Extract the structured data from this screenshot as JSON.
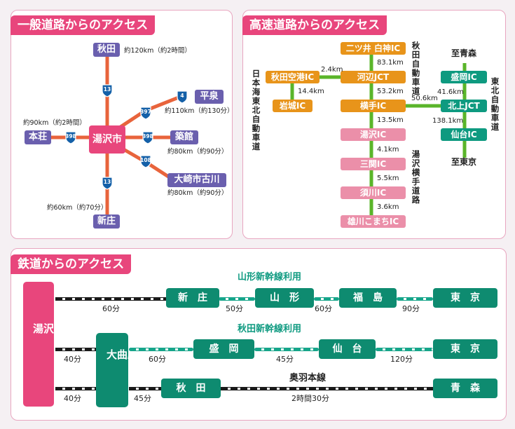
{
  "panels": {
    "general": {
      "title": "一般道路からのアクセス",
      "center": "湯沢市",
      "cities": {
        "akita": "秋田",
        "honjo": "本荘",
        "hiraizumi": "平泉",
        "tsukidate": "築館",
        "osaki": "大崎市古川",
        "shinjo": "新庄"
      },
      "routes": {
        "north": "13",
        "south": "13",
        "west": "398",
        "east": "398",
        "ne": "397",
        "ne_end": "4",
        "se": "108"
      },
      "distances": {
        "akita": "約120km（約2時間）",
        "honjo": "約90km（約2時間）",
        "hiraizumi": "約110km（約130分）",
        "tsukidate": "約80km（約90分）",
        "osaki": "約80km（約90分）",
        "shinjo": "約60km（約70分）"
      },
      "colors": {
        "road": "#e8643c",
        "city": "#6a5fae",
        "center": "#e8467c",
        "shield": "#1460a8"
      }
    },
    "expressway": {
      "title": "高速道路からのアクセス",
      "west_col": [
        "秋田空港IC",
        "岩城IC"
      ],
      "center_col": [
        "二ツ井 白神IC",
        "河辺JCT",
        "横手IC",
        "湯沢IC",
        "三関IC",
        "須川IC",
        "雄川こまちIC"
      ],
      "east_col": [
        "盛岡IC",
        "北上JCT",
        "仙台IC"
      ],
      "east_top": "至青森",
      "east_bottom": "至東京",
      "distances": {
        "airport_kawabe": "2.4km",
        "airport_iwaki": "14.4km",
        "futatsui_kawabe": "83.1km",
        "kawabe_yokote": "53.2km",
        "yokote_kitakami": "50.6km",
        "yokote_yuzawa": "13.5km",
        "yuzawa_sanseki": "4.1km",
        "sanseki_sukawa": "5.5km",
        "sukawa_ogachi": "3.6km",
        "morioka_kitakami": "41.6km",
        "kitakami_sendai": "138.1km"
      },
      "road_names": {
        "nihonkai": "日本海東北自動車道",
        "akita": "秋田自動車道",
        "yuzawa_yokote": "湯沢横手道路",
        "tohoku": "東北自動車道"
      },
      "colors": {
        "road": "#5ab52a",
        "orange": "#e8941a",
        "pink": "#eb8fa9",
        "teal": "#0e9a80"
      }
    },
    "railway": {
      "title": "鉄道からのアクセス",
      "origin": "湯沢駅",
      "omagari": "大曲駅",
      "line1": {
        "label": "山形新幹線利用",
        "stations": [
          "新　庄",
          "山　形",
          "福　島",
          "東　京"
        ],
        "times": [
          "60分",
          "50分",
          "60分",
          "90分"
        ]
      },
      "line2": {
        "label": "秋田新幹線利用",
        "stations": [
          "盛　岡",
          "仙　台",
          "東　京"
        ],
        "times": [
          "40分",
          "60分",
          "45分",
          "120分"
        ]
      },
      "line3": {
        "label": "奥羽本線",
        "stations": [
          "秋　田",
          "青　森"
        ],
        "times": [
          "40分",
          "45分",
          "2時間30分"
        ]
      },
      "colors": {
        "origin": "#e8467c",
        "station": "#0e8b70",
        "black_rail": "#1a1a1a",
        "teal_rail": "#16a58a"
      }
    }
  }
}
